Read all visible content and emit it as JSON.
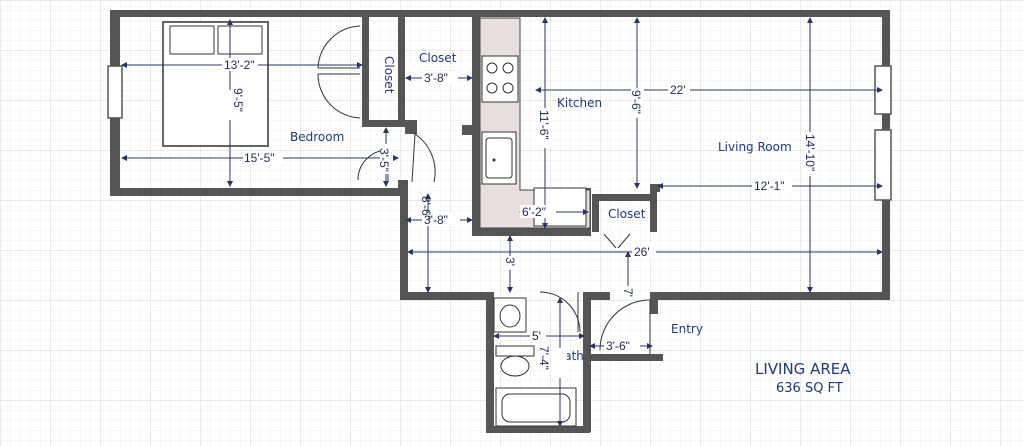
{
  "rooms": {
    "bedroom": "Bedroom",
    "closet_bedroom": "Closet",
    "closet_hall": "Closet",
    "kitchen": "Kitchen",
    "living_room": "Living Room",
    "closet_small": "Closet",
    "bath": "Bath",
    "entry": "Entry"
  },
  "dimensions": {
    "bed_width": "13'-2\"",
    "bed_height": "9'-5\"",
    "bedroom_width": "15'-5\"",
    "hall_closet_width": "3'-8\"",
    "bedroom_door_gap": "3'-5\"",
    "hall_width": "3'-8\"",
    "hall_depth": "8'-6\"",
    "kitchen_depth": "11'-6\"",
    "kitchen_width": "6'-2\"",
    "living_depth_a": "9'-6\"",
    "living_width_a": "22'",
    "living_width_b": "12'-1\"",
    "living_depth_b": "14'-10\"",
    "overall_width": "26'",
    "hall_3": "3'",
    "entry_7": "7'",
    "bath_width": "5'",
    "bath_depth": "7'-4\"",
    "entry_width": "3'-6\""
  },
  "summary": {
    "title": "LIVING AREA",
    "area": "636 SQ FT"
  },
  "colors": {
    "grid": "#dadada",
    "wall": "#555555",
    "counter": "#e8dede",
    "label": "#1e3a78"
  }
}
